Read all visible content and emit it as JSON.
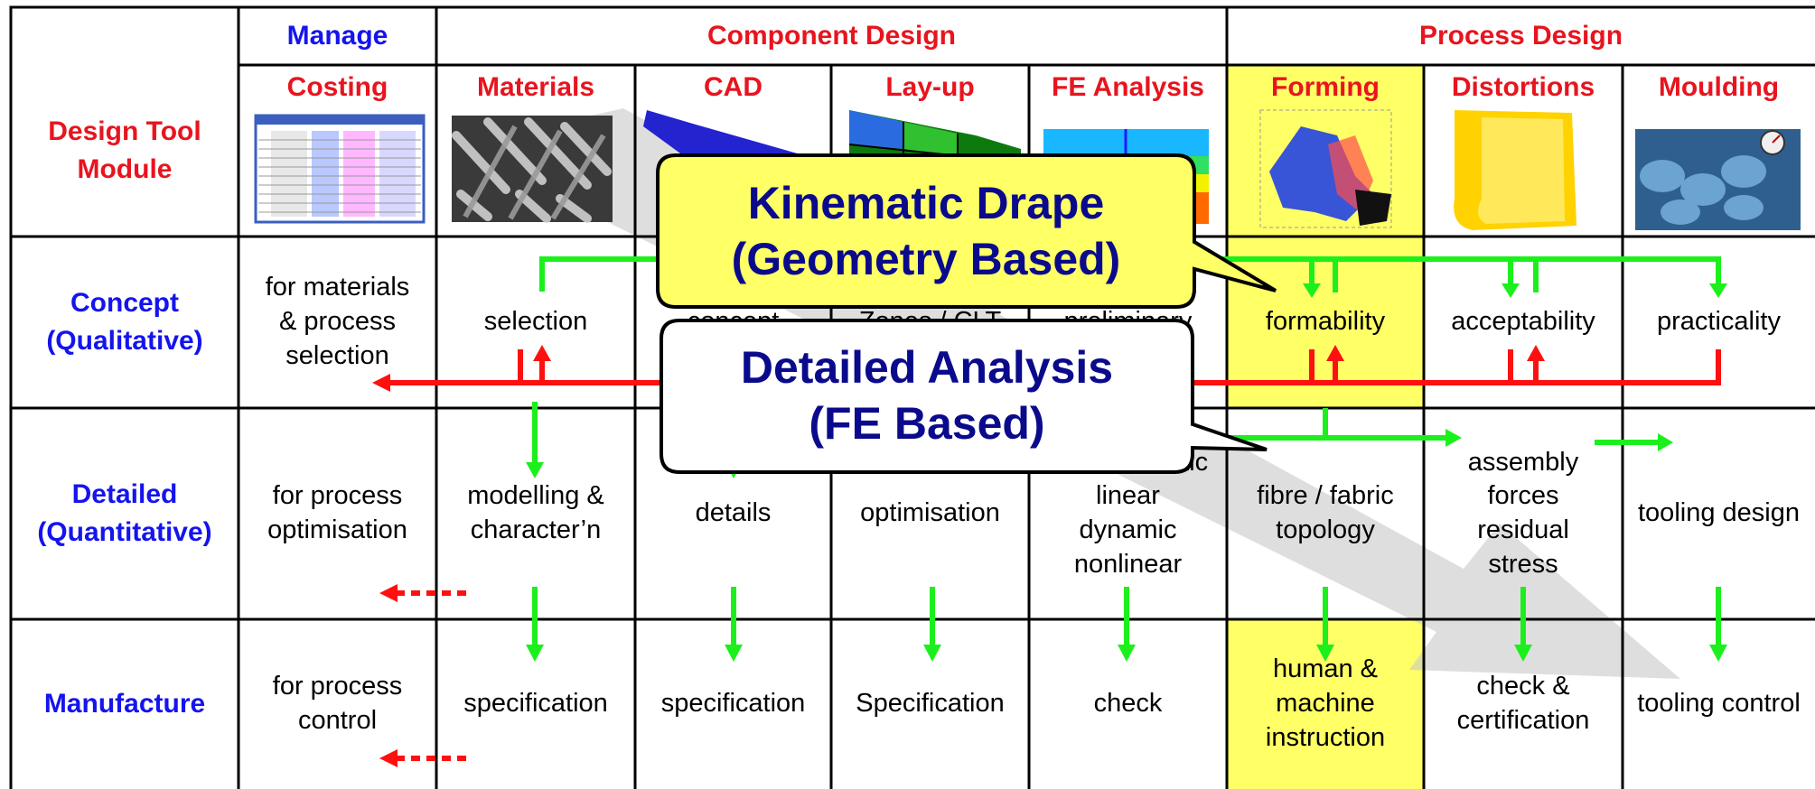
{
  "header": {
    "corner_label": "Design Tool\nModule",
    "manage_group": "Manage",
    "component_group": "Component Design",
    "process_group": "Process Design"
  },
  "columns": [
    "Costing",
    "Materials",
    "CAD",
    "Lay-up",
    "FE Analysis",
    "Forming",
    "Distortions",
    "Moulding"
  ],
  "rows": [
    {
      "label": "Concept\n(Qualitative)",
      "cells": [
        "for materials\n& process\nselection",
        "selection",
        "concept",
        "Zones / CLT",
        "preliminary",
        "formability",
        "acceptability",
        "practicality"
      ]
    },
    {
      "label": "Detailed\n(Quantitative)",
      "cells": [
        "for process\noptimisation",
        "modelling &\ncharacter’n",
        "details",
        "optimisation",
        "detailed static\nlinear\ndynamic\nnonlinear",
        "fibre / fabric\ntopology",
        "assembly\nforces\nresidual\nstress",
        "tooling design"
      ]
    },
    {
      "label": "Manufacture",
      "cells": [
        "for process\ncontrol",
        "specification",
        "specification",
        "Specification",
        "check",
        "human &\nmachine\ninstruction",
        "check &\ncertification",
        "tooling control"
      ]
    }
  ],
  "thumbnails": [
    "spreadsheet-image",
    "woven-fabric-image",
    "cad-model-image",
    "layup-zones-image",
    "fe-contour-image",
    "forming-simulation-image",
    "distortion-part-image",
    "moulding-tool-image"
  ],
  "callouts": {
    "kinematic": "Kinematic Drape\n(Geometry Based)",
    "detailed": "Detailed Analysis\n(FE Based)"
  },
  "colors": {
    "header_red": "#e8141e",
    "label_blue": "#1414ee",
    "callout_fill": "#ffff66",
    "callout_text": "#0a0a8c",
    "arrow_green": "#1cf01c",
    "arrow_red": "#ff1010",
    "highlight_yellow": "#ffff66"
  }
}
